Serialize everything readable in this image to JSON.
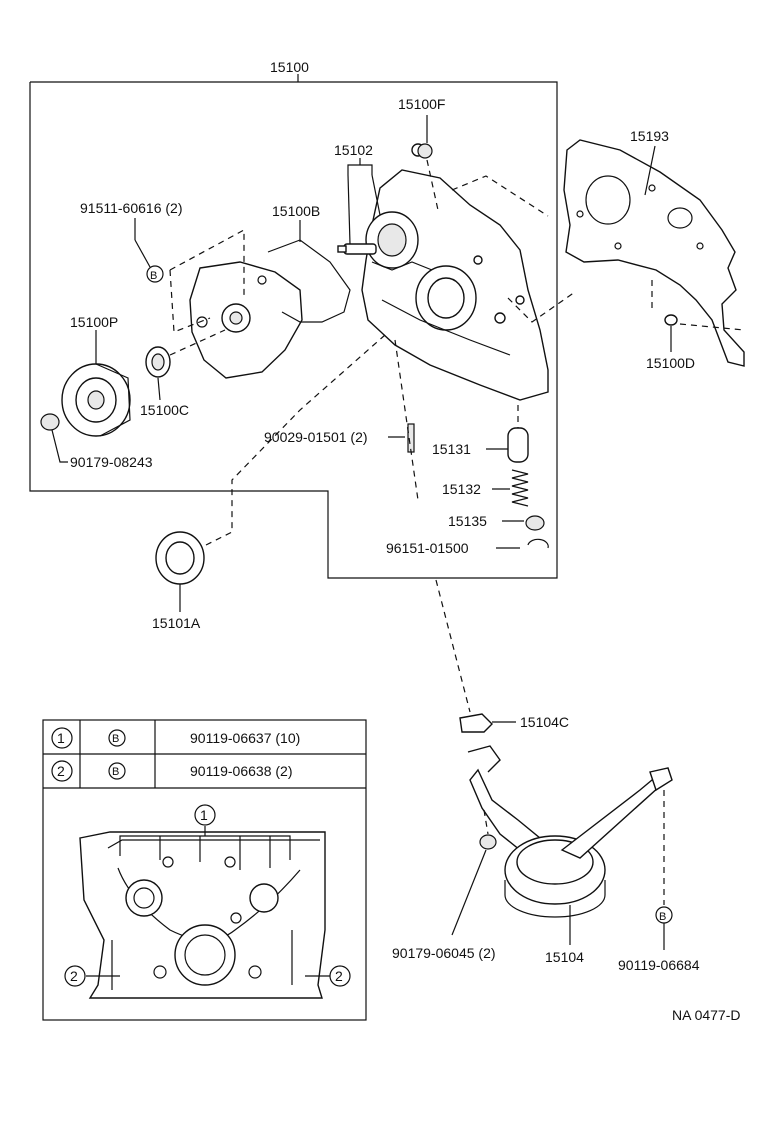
{
  "labels": {
    "assy": "15100",
    "bolt_top": "15100F",
    "shaft": "15102",
    "gasket": "15193",
    "bolt_91511": "91511-60616 (2)",
    "oring_b": "15100B",
    "gear_p": "15100P",
    "seal_c": "15100C",
    "plug_d": "15100D",
    "stud": "90029-01501 (2)",
    "valve": "15131",
    "spring": "15132",
    "retainer": "15135",
    "clip": "96151-01500",
    "nut_90179a": "90179-08243",
    "seal_a": "15101A",
    "gasket_c": "15104C",
    "nut_90179b": "90179-06045 (2)",
    "strainer": "15104",
    "bolt_90119": "90119-06684",
    "ref": "NA 0477-D"
  },
  "legend": {
    "rows": [
      {
        "num": "1",
        "mark": "B",
        "part": "90119-06637 (10)"
      },
      {
        "num": "2",
        "mark": "B",
        "part": "90119-06638 (2)"
      }
    ],
    "inset_callout_top": "1",
    "inset_callout_left": "2",
    "inset_callout_right": "2"
  },
  "markers": {
    "b": "B"
  }
}
